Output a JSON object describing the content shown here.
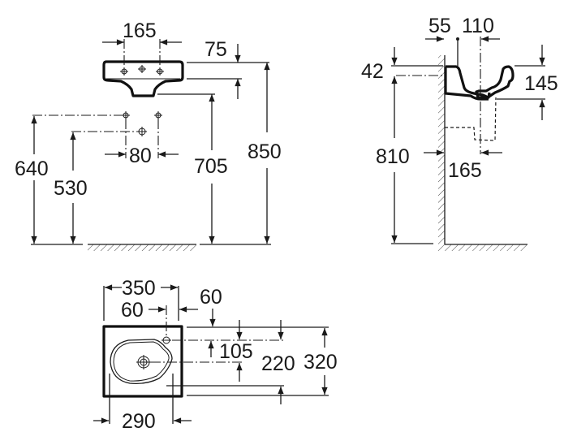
{
  "diagram": {
    "subject": "wall-hung hand basin dimension drawing",
    "line_color": "#1a1a1a",
    "background": "#ffffff",
    "front_view": {
      "tap_hole_spacing": "165",
      "basin_depth_above": "75",
      "waste_height_total": "705",
      "rim_height": "850",
      "supply_spacing": "80",
      "supply_height": "640",
      "waste_outlet_height": "530"
    },
    "side_view": {
      "wall_to_tap": "55",
      "tap_to_waste": "110",
      "rim_drop": "42",
      "basin_height": "145",
      "fixing_height": "810",
      "wall_to_waste": "165"
    },
    "plan_view": {
      "overall_width": "350",
      "tap_offset_left": "60",
      "tap_offset_right": "60",
      "waste_offset": "105",
      "waste_depth": "220",
      "overall_depth": "320",
      "bowl_width": "290"
    }
  }
}
